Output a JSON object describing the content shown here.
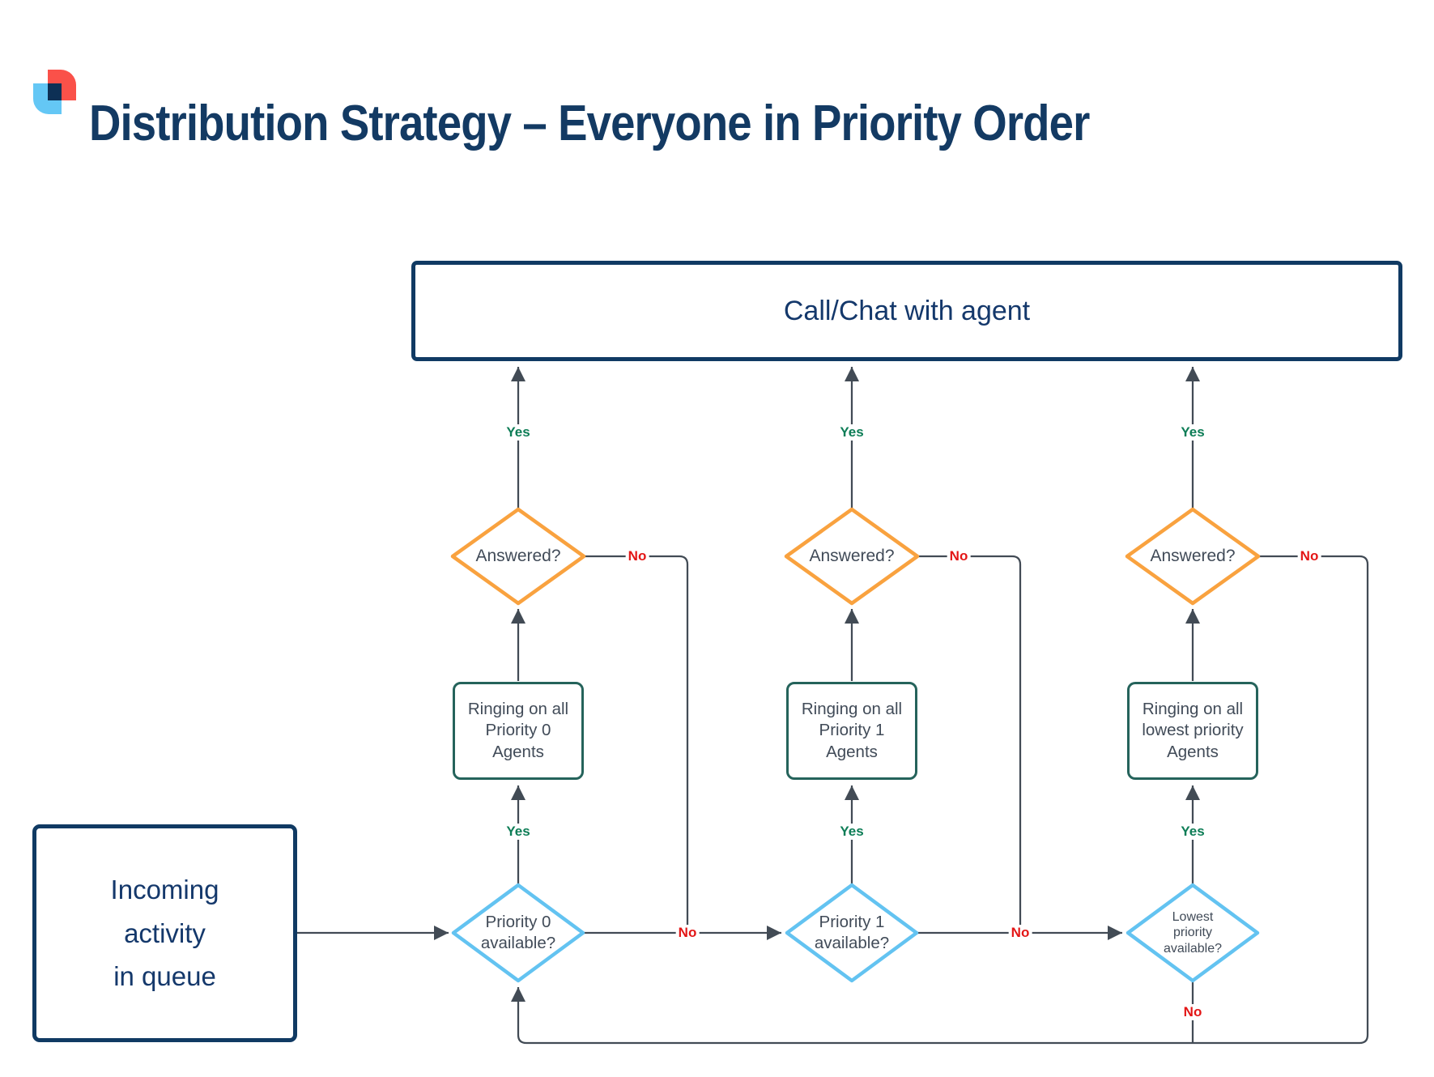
{
  "title": "Distribution Strategy – Everyone in Priority Order",
  "labels": {
    "yes": "Yes",
    "no": "No"
  },
  "nodes": {
    "call_chat": "Call/Chat with agent",
    "incoming": "Incoming\nactivity\nin queue",
    "columns": [
      {
        "available": "Priority 0\navailable?",
        "ringing": "Ringing on all\nPriority 0\nAgents",
        "answered": "Answered?"
      },
      {
        "available": "Priority 1\navailable?",
        "ringing": "Ringing on all\nPriority 1\nAgents",
        "answered": "Answered?"
      },
      {
        "available": "Lowest\npriority\navailable?",
        "ringing": "Ringing on all\nlowest priority\nAgents",
        "answered": "Answered?"
      }
    ]
  },
  "colors": {
    "navy": "#133a63",
    "diamond_orange": "#f9a23f",
    "diamond_blue": "#63c3f1",
    "ring_box_teal": "#25635b",
    "connector_gray": "#424b55",
    "yes_green": "#0d7d56",
    "no_red": "#e31616",
    "shape_text": "#414b58",
    "logo_red": "#fa5149",
    "logo_blue": "#64c7f5",
    "logo_navy": "#0d3055"
  }
}
